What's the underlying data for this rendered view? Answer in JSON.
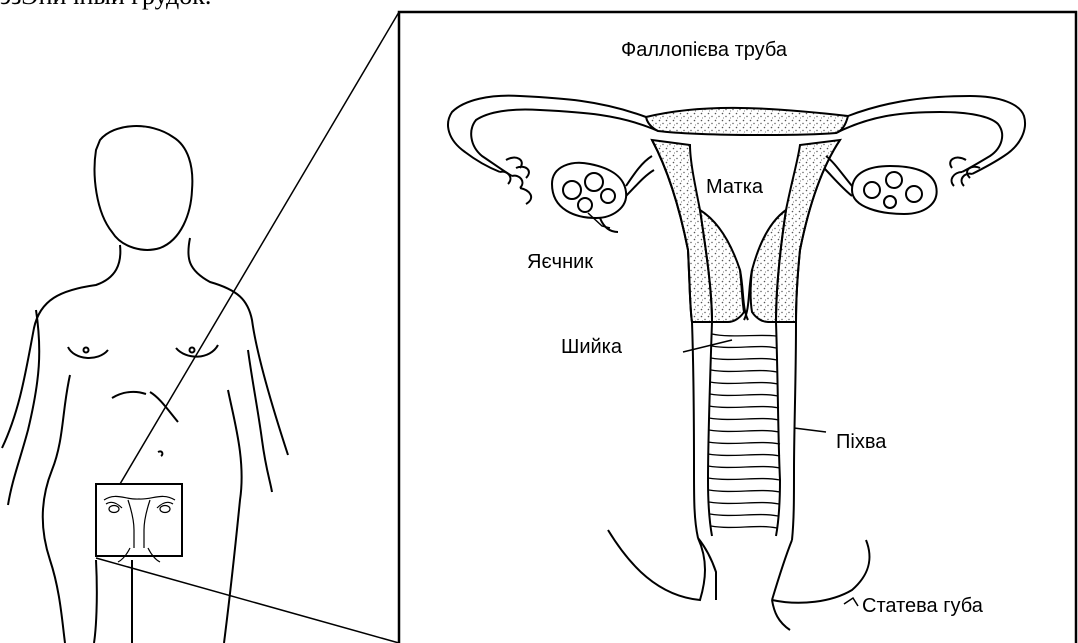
{
  "fragment_text": "эзЭничный грудок.",
  "labels": {
    "fallopian_tube": "Фаллопієва труба",
    "uterus": "Матка",
    "ovary": "Яєчник",
    "cervix": "Шийка",
    "vagina": "Піхва",
    "labia": "Статева губа"
  },
  "colors": {
    "line": "#000000",
    "background": "#ffffff",
    "stipple": "#555555"
  }
}
